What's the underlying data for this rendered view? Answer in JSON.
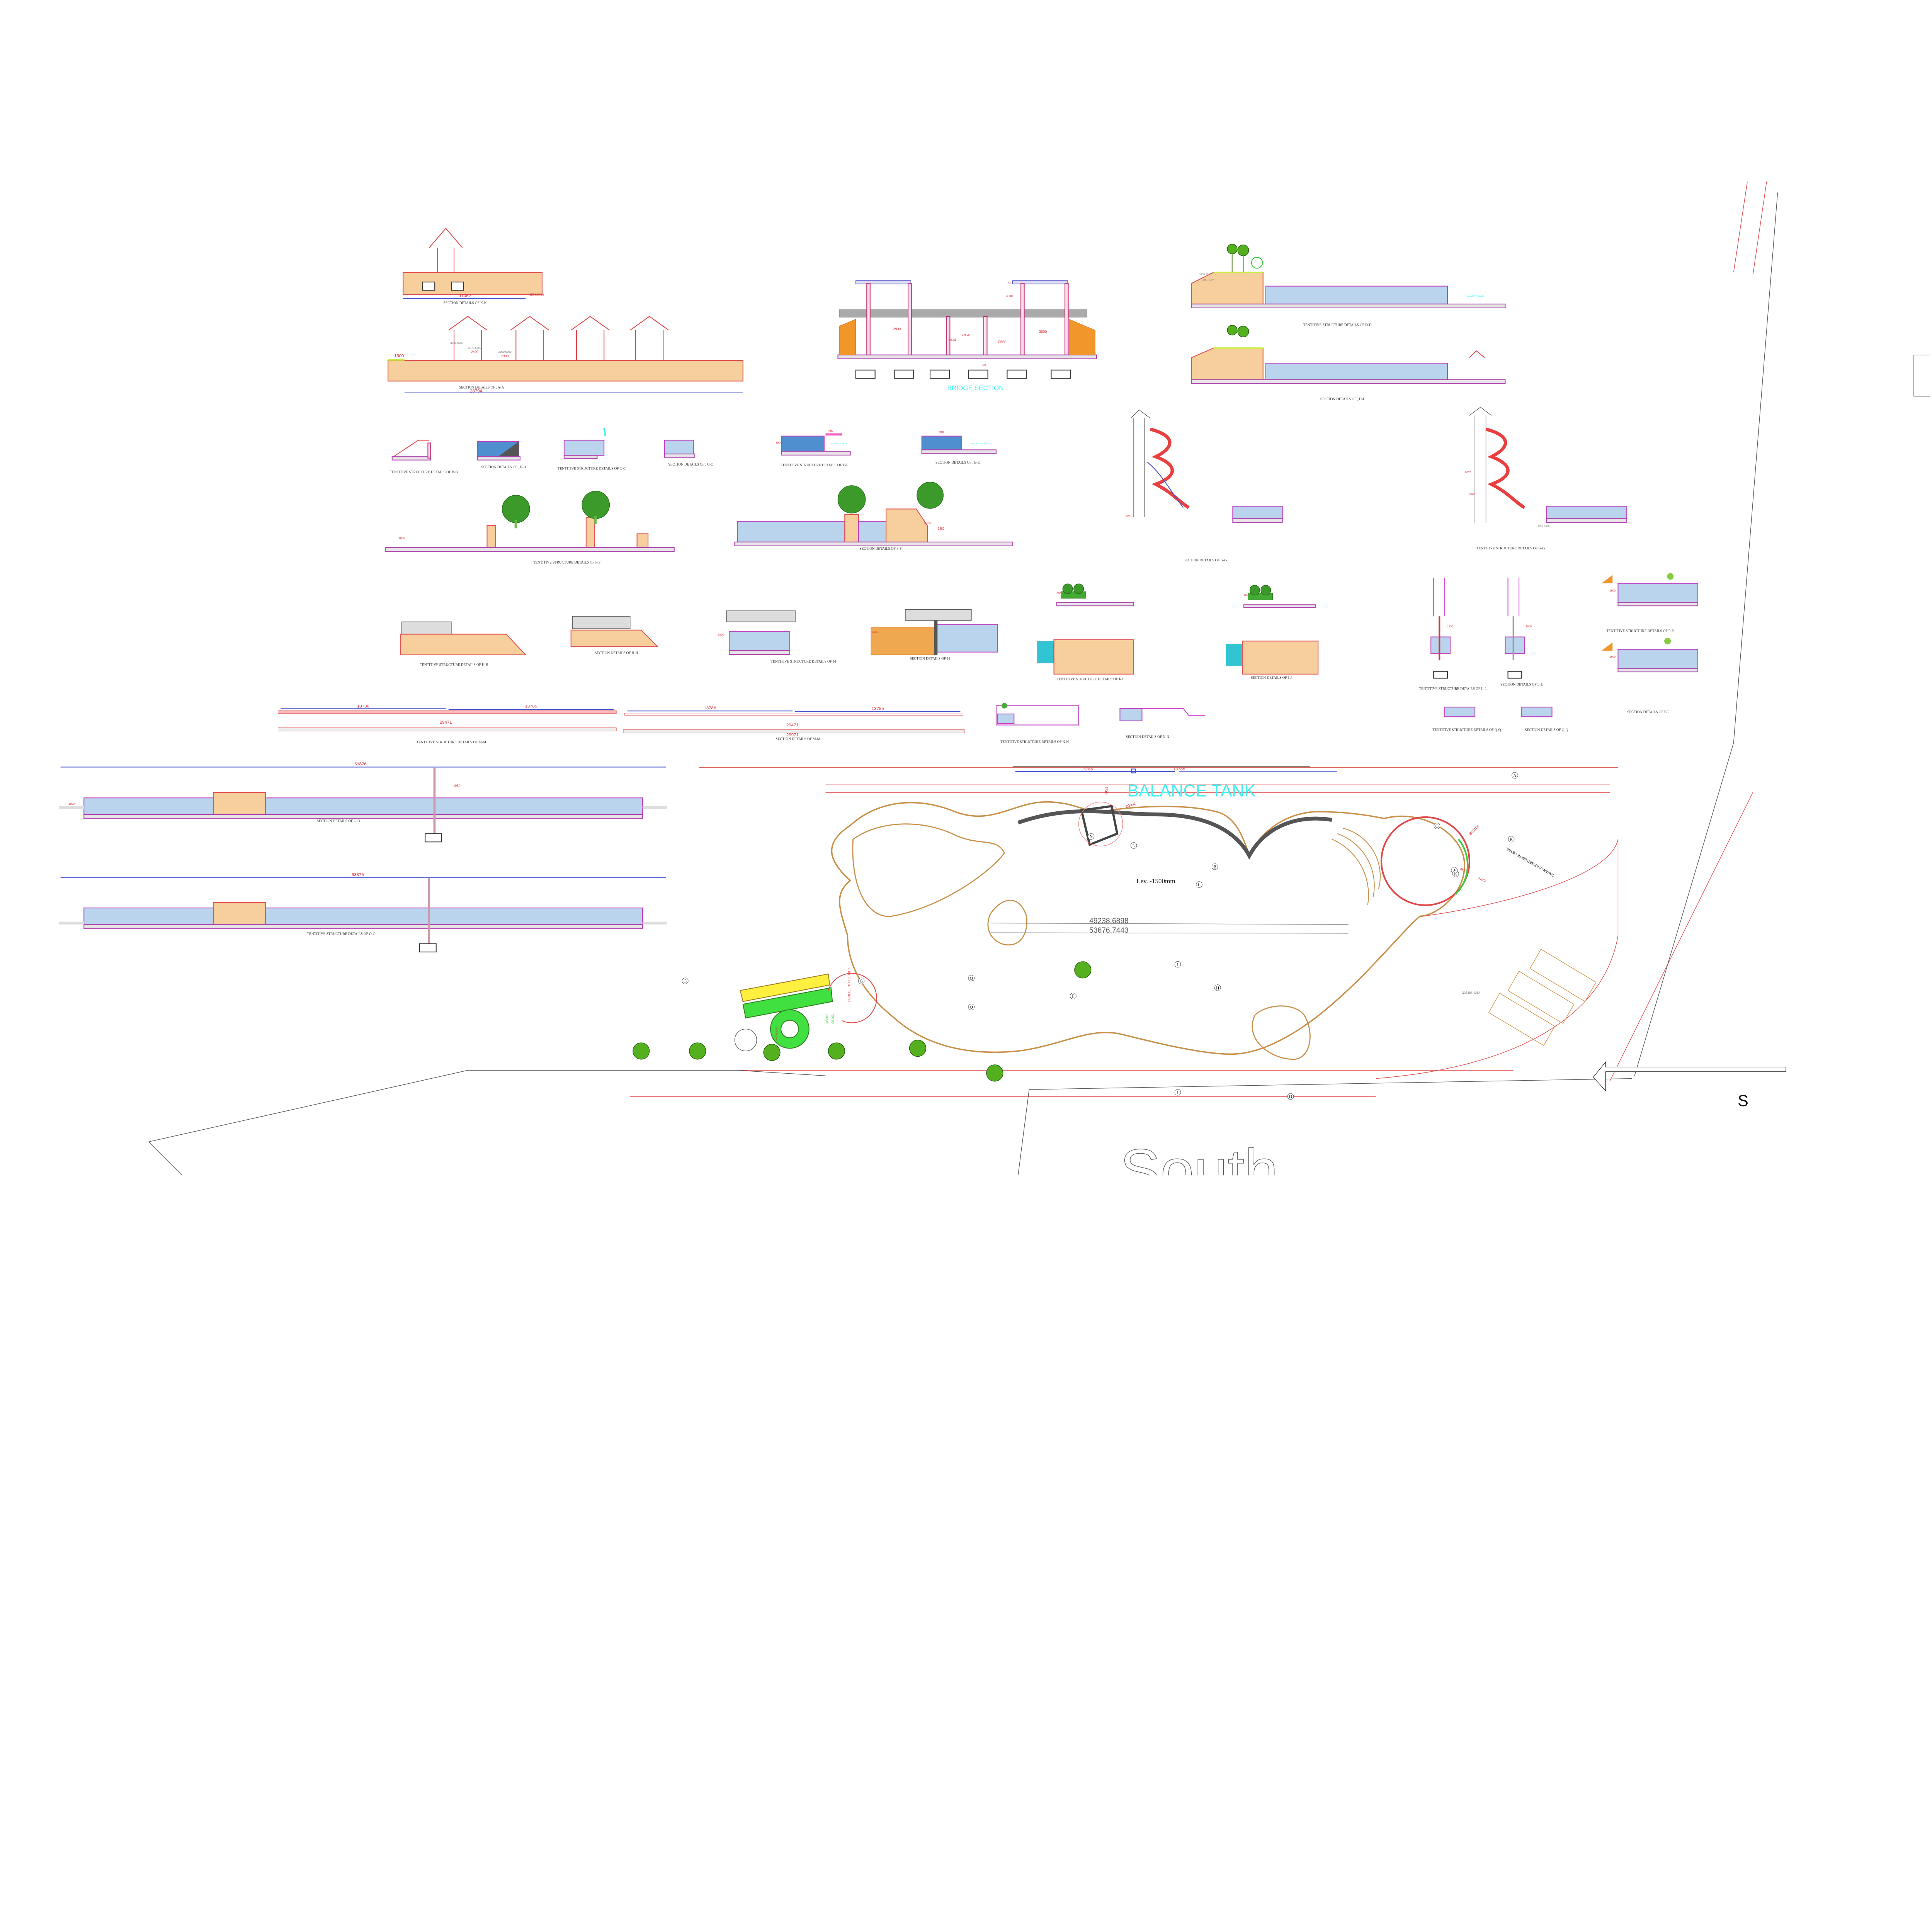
{
  "sections": {
    "kk": {
      "title": "SECTION DETAILS OF K-K",
      "dim_main": "11052",
      "dim_side": "1500.0000"
    },
    "aa": {
      "title": "SECTION DETAILS OF , A-A",
      "dim_main": "28794",
      "dim_a": "1500",
      "dim_b": "2300",
      "dim_c": "2400",
      "dim_d": "2900.0000",
      "dim_e": "3879.6359",
      "dim_h": "3000.0000"
    },
    "bridge": {
      "title": "BRIDGE SECTION",
      "d1": "2933",
      "d2": "2934",
      "d3": "2933",
      "d4": "3600",
      "d5": "17600",
      "d6": "3000",
      "d7": "300",
      "d8": "600"
    },
    "dd_t": {
      "title": "TENTITIVE STRUCTURE DETAILS OF D-D",
      "d1": "5259.1923",
      "d2": "3251.1887",
      "tank": "BALANCE TANK"
    },
    "dd_s": {
      "title": "SECTION DETAILS OF , D-D"
    },
    "bb_t": {
      "title": "TENTITIVE STRUCTURE DETAILS OF B-B"
    },
    "bb_s": {
      "title": "SECTION DETAILS OF , B-B"
    },
    "cc_t": {
      "title": "TENTITIVE STRUCTURE DETAILS OF C-C"
    },
    "cc_s": {
      "title": "SECTION DETAILS OF , C-C"
    },
    "ee_t": {
      "title": "TENTITIVE STRUCTURE DETAILS OF E-E",
      "d1": "967",
      "d2": "1500",
      "tank": "BALANCE TANK"
    },
    "ee_s": {
      "title": "SECTION DETAILS OF , E-E",
      "d1": "3384",
      "tank": "BALANCE TANK"
    },
    "ff_t": {
      "title": "TENTITIVE STRUCTURE DETAILS OF F-F",
      "d1": "1800"
    },
    "ff_s": {
      "title": "SECTION DETAILS OF F-F",
      "d1": "4523",
      "d2": "1380"
    },
    "gg_s": {
      "title": "SECTION DETAILS OF G-G",
      "d1": "600"
    },
    "gg_t": {
      "title": "TENTITIVE STRUCTURE DETAILS OF G-G",
      "d1": "6075",
      "d2": "3100",
      "d3": "1250.0000"
    },
    "hh_t": {
      "title": "TENTITIVE STRUCTURE DETAILS OF H-H"
    },
    "hh_s": {
      "title": "SECTION DETAILS OF H-H"
    },
    "ii_t": {
      "title": "TENTITIVE STRUCTURE DETAILS OF I-I",
      "d1": "1500"
    },
    "ii_s": {
      "title": "SECTION DETAILS OF I-I",
      "d1": "1500"
    },
    "jj_t": {
      "title": "TENTITIVE STRUCTURE DETAILS OF J-J",
      "d1": "600"
    },
    "jj_s": {
      "title": "SECTION DETAILS OF J-J",
      "d1": "600"
    },
    "ll_t": {
      "title": "TENTITIVE STRUCTURE DETAILS OF L-L",
      "d1": "1950"
    },
    "ll_s": {
      "title": "SECTION DETAILS OF L-L",
      "d1": "1950"
    },
    "pp_t": {
      "title": "TENTITIVE STRUCTURE DETAILS OF P-P",
      "d1": "1800"
    },
    "pp_s": {
      "title": "SECTION DETAILS OF P-P",
      "d1": "1800"
    },
    "mm_t": {
      "title": "TENTITIVE STRUCTURE DETAILS OF M-M",
      "d1": "13786",
      "d2": "13785",
      "d3": "29471"
    },
    "mm_s": {
      "title": "SECTION DETAILS OF M-M",
      "d1": "13786",
      "d2": "13785",
      "d3": "29471",
      "d4": "29971"
    },
    "nn_t": {
      "title": "TENTITIVE STRUCTURE DETAILS OF N-N"
    },
    "nn_s": {
      "title": "SECTION DETAILS OF N-N"
    },
    "qq_t": {
      "title": "TENTITIVE STRUCTURE DETAILS OF Q-Q"
    },
    "qq_s": {
      "title": "SECTION DETAILS OF Q-Q"
    },
    "oo_s": {
      "title": "SECTION DETAILS OF O-O",
      "d1": "53876",
      "d2": "1950",
      "d3": "1800"
    },
    "oo_t": {
      "title": "TENTITIVE STRUCTURE DETAILS OF O-O",
      "d1": "53876"
    }
  },
  "plan": {
    "balance_tank": "BALANCE TANK",
    "level": "Lev. -1500mm",
    "coord_x": "49238.6898",
    "coord_y": "53676.7443",
    "dim_left": "13786",
    "dim_right": "13785",
    "dim_4951": "4951",
    "dia_3902": "Ø3902",
    "dia_10100": "Ø10100",
    "dia_big": "Ø37486.4012",
    "dim_2867": "2867",
    "dim_11052": "11052",
    "cabana_note": "CABANAS AS/SEPARATE DETAIL",
    "double_loop": "double loop",
    "pool_depth": "POOL DEPTH 0.75 MTR",
    "dia_6000": "Ø6000",
    "dia_5400": "Ø5400",
    "markers": [
      "N",
      "L",
      "L",
      "B",
      "G",
      "G",
      "Q",
      "Q",
      "I",
      "I",
      "H",
      "F",
      "J",
      "K",
      "K",
      "O",
      "D",
      "A"
    ]
  },
  "compass": {
    "s_label": "S",
    "south_label": "South"
  },
  "colors": {
    "accent_cyan": "#3ff2f2",
    "dim_red": "#e0303a",
    "water": "#b9d4ec",
    "sand": "#f6cf9c"
  }
}
